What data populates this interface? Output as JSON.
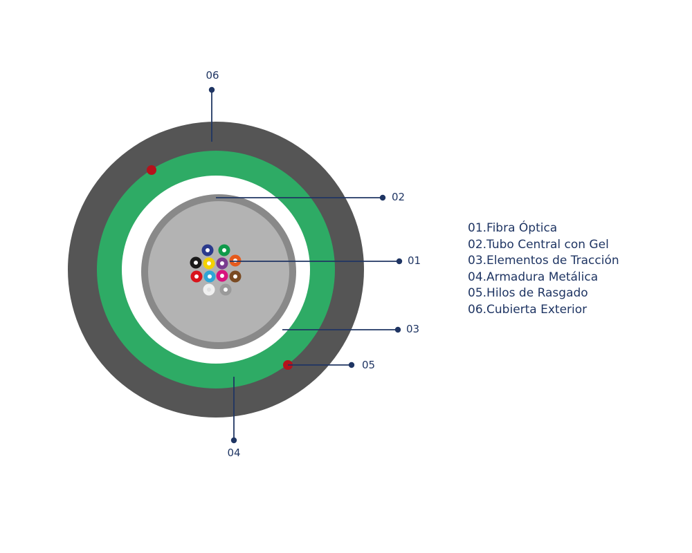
{
  "diagram": {
    "colors": {
      "outer_jacket": "#555555",
      "armor": "#2eab65",
      "strength_layer": "#ffffff",
      "tube_wall": "#898989",
      "tube_gel": "#b3b3b3",
      "rip_cord": "#b5121b",
      "callout_line": "#1f3563"
    },
    "fibers": [
      {
        "name": "fiber-blue",
        "color": "#2b3a8c"
      },
      {
        "name": "fiber-green",
        "color": "#0f9a4a"
      },
      {
        "name": "fiber-black",
        "color": "#1a1a1a"
      },
      {
        "name": "fiber-yellow",
        "color": "#f4d200"
      },
      {
        "name": "fiber-violet",
        "color": "#7a3b8f"
      },
      {
        "name": "fiber-orange",
        "color": "#e55a1c"
      },
      {
        "name": "fiber-red",
        "color": "#d9141b"
      },
      {
        "name": "fiber-aqua",
        "color": "#2fa5d6"
      },
      {
        "name": "fiber-rose",
        "color": "#d8137e"
      },
      {
        "name": "fiber-brown",
        "color": "#7a4a22"
      },
      {
        "name": "fiber-white",
        "color": "#f0f0f0"
      },
      {
        "name": "fiber-slate",
        "color": "#9a9a9a"
      }
    ],
    "callouts": [
      "01",
      "02",
      "03",
      "04",
      "05",
      "06"
    ]
  },
  "legend": [
    "01.Fibra Óptica",
    "02.Tubo Central con Gel",
    "03.Elementos de Tracción",
    "04.Armadura Metálica",
    "05.Hilos de Rasgado",
    "06.Cubierta Exterior"
  ]
}
